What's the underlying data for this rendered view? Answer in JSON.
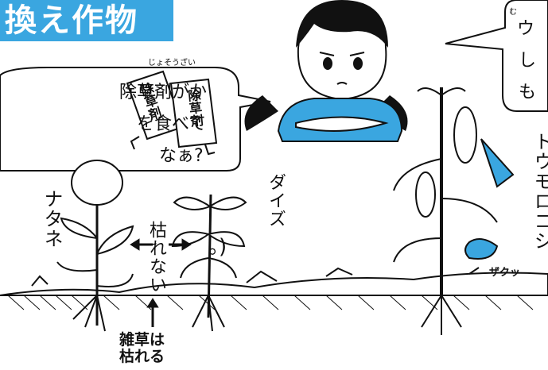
{
  "title": "換え作物",
  "left_bubble": {
    "ruby": "じょそうざい",
    "line1": "除草剤がか",
    "line2": "を食べて",
    "line3": "なぁ?"
  },
  "right_bubble": {
    "ruby": "む",
    "line1": "ウ",
    "line2": "し",
    "line3": "も"
  },
  "bottle_labels": [
    "除草剤",
    "除草剤"
  ],
  "plant_labels": {
    "rapeseed": "ナタネ",
    "soybean": "ダイズ",
    "corn": "トウモロコシ"
  },
  "arrow_label": "枯れない",
  "weed_label_line1": "雑草は",
  "weed_label_line2": "枯れる",
  "left_edge_text": "。)",
  "sound_effect": "ザクッ",
  "colors": {
    "title_bg": "#3aa6e0",
    "shirt": "#3aa6e0",
    "ink": "#111111"
  }
}
